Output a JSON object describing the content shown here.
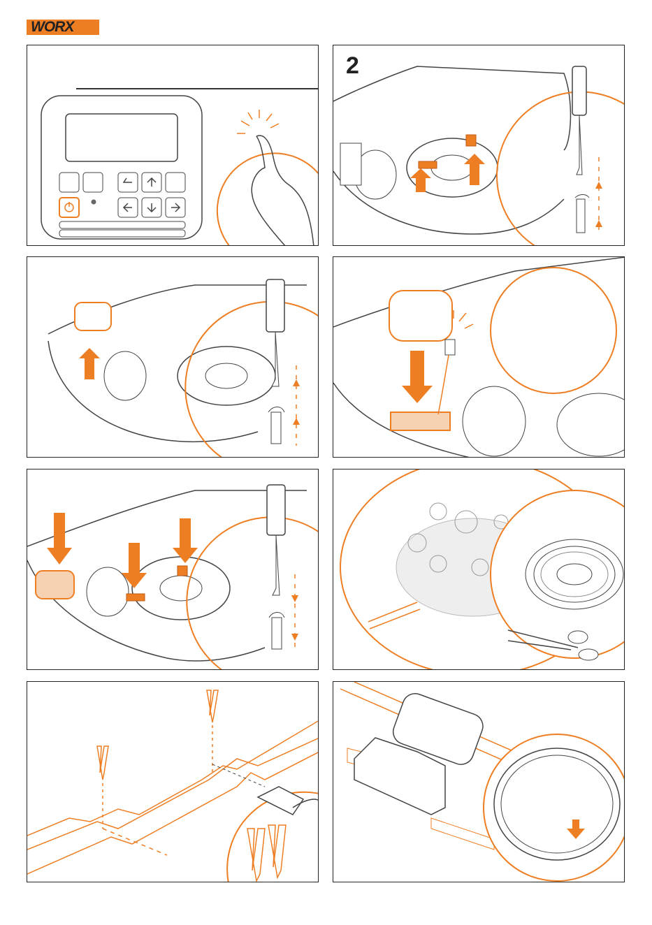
{
  "brand": {
    "name": "WORX",
    "accent_color": "#ee7e23",
    "line_color": "#333333"
  },
  "panels": [
    {
      "id": 1,
      "step_label": "",
      "description_icon": "control-panel-power-button"
    },
    {
      "id": 2,
      "step_label": "2",
      "description_icon": "remove-blades-screws"
    },
    {
      "id": 3,
      "step_label": "",
      "description_icon": "remove-cover-screw"
    },
    {
      "id": 4,
      "step_label": "",
      "description_icon": "connect-battery-click"
    },
    {
      "id": 5,
      "step_label": "",
      "description_icon": "reinstall-cover-blades"
    },
    {
      "id": 6,
      "step_label": "",
      "description_icon": "lawn-boundary-wire-scissors"
    },
    {
      "id": 7,
      "step_label": "",
      "description_icon": "peg-wire-hammer"
    },
    {
      "id": 8,
      "step_label": "",
      "description_icon": "wire-connector-join"
    }
  ]
}
